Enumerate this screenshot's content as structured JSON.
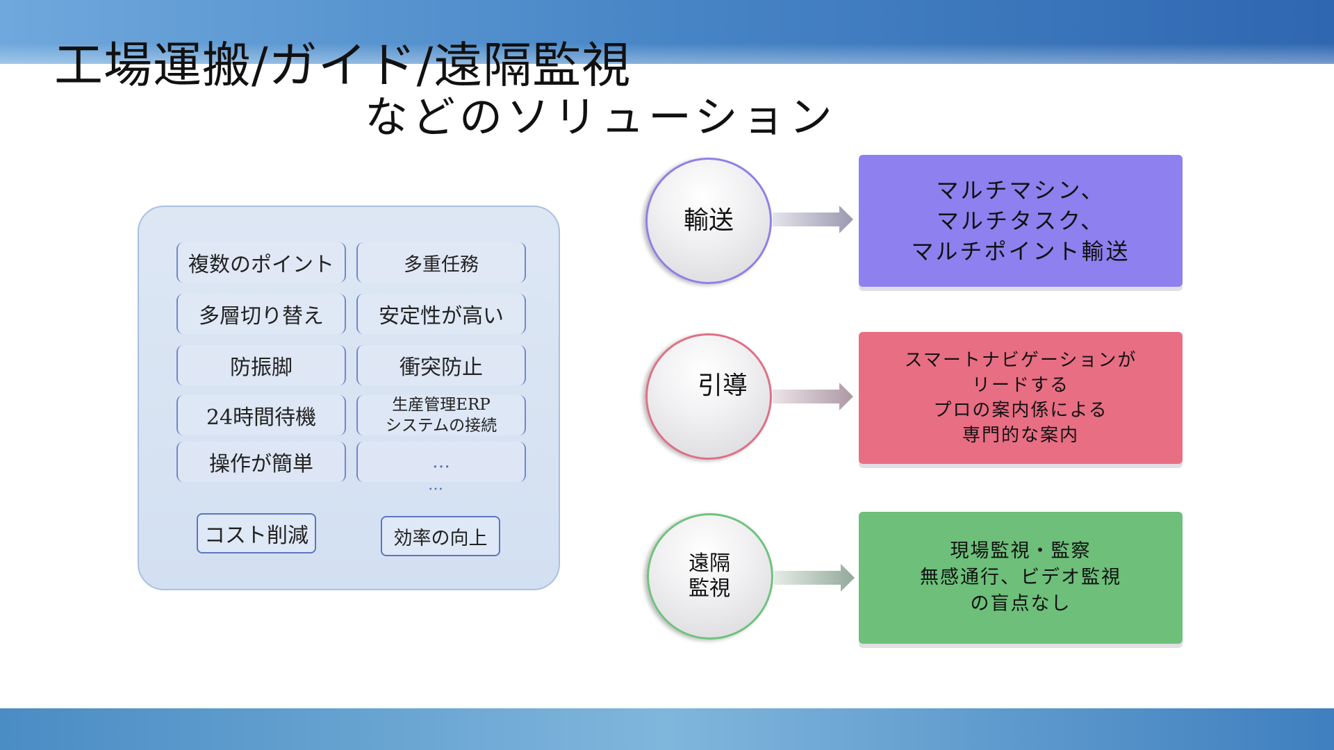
{
  "slide": {
    "title_line1": "工場運搬/ガイド/遠隔監視",
    "title_line2": "などのソリューション"
  },
  "features": {
    "cells": [
      "複数のポイント",
      "多重任務",
      "多層切り替え",
      "安定性が高い",
      "防振脚",
      "衝突防止",
      "24時間待機",
      "生産管理ERP",
      "システムの接続",
      "操作が簡単",
      "…",
      "…"
    ],
    "cost_label": "コスト削減",
    "efficiency_label": "効率の向上"
  },
  "solutions": [
    {
      "circle_label": "輸送",
      "box_lines": [
        "マルチマシン、",
        "マルチタスク、",
        "マルチポイント輸送"
      ],
      "color": "#8e80ee"
    },
    {
      "circle_label": "引導",
      "box_lines": [
        "スマートナビゲーションが",
        "リードする",
        "プロの案内係による",
        "専門的な案内"
      ],
      "color": "#e86e84"
    },
    {
      "circle_label_lines": [
        "遠隔",
        "監視"
      ],
      "box_lines": [
        "現場監視・監察",
        "無感通行、ビデオ監視",
        "の盲点なし"
      ],
      "color": "#6dbf7a"
    }
  ]
}
